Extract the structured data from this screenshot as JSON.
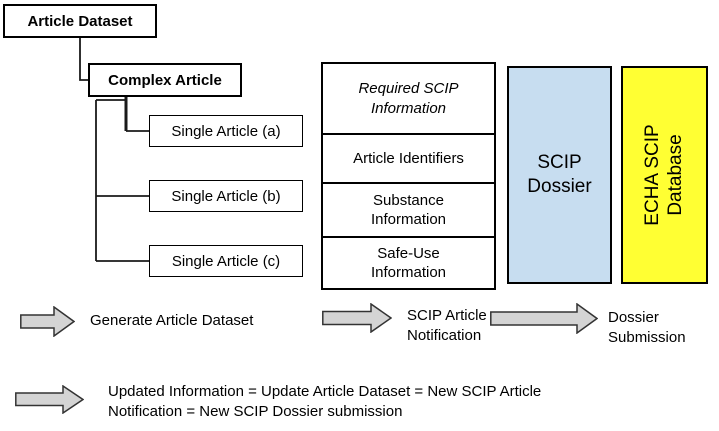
{
  "diagram": {
    "tree": {
      "root_label": "Article Dataset",
      "complex_label": "Complex Article",
      "singles": [
        "Single Article (a)",
        "Single Article (b)",
        "Single Article (c)"
      ]
    },
    "scip_info_table": {
      "header": "Required SCIP Information",
      "rows": [
        "Article Identifiers",
        "Substance Information",
        "Safe-Use Information"
      ]
    },
    "scip_dossier_label": "SCIP Dossier",
    "echa_database_label": "ECHA SCIP Database",
    "flow_steps": [
      {
        "label": "Generate Article Dataset"
      },
      {
        "label": "SCIP Article Notification"
      },
      {
        "label": "Dossier Submission"
      }
    ],
    "update_note": "Updated Information = Update Article Dataset = New SCIP Article Notification = New SCIP Dossier submission",
    "colors": {
      "dossier_box_bg": "#c7ddf0",
      "database_box_bg": "#ffff33",
      "arrow_fill": "#d4d4d4",
      "arrow_stroke": "#333333",
      "box_border": "#000000"
    }
  }
}
